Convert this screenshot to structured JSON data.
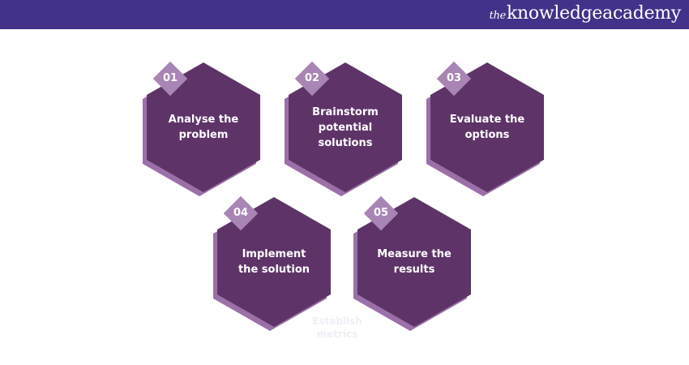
{
  "header": {
    "logo_prefix": "the",
    "logo_main": "knowledgeacademy"
  },
  "steps": [
    {
      "number": "01",
      "label": "Analyse the problem"
    },
    {
      "number": "02",
      "label": "Brainstorm potential solutions"
    },
    {
      "number": "03",
      "label": "Evaluate the options"
    },
    {
      "number": "04",
      "label": "Implement the solution"
    },
    {
      "number": "05",
      "label": "Measure the results"
    }
  ],
  "ghost_text": "Establish metrics",
  "colors": {
    "header": "#44318a",
    "hexagon": "#5e3468",
    "hexagon_shadow": "#9b70a8",
    "badge": "#a885b4"
  }
}
